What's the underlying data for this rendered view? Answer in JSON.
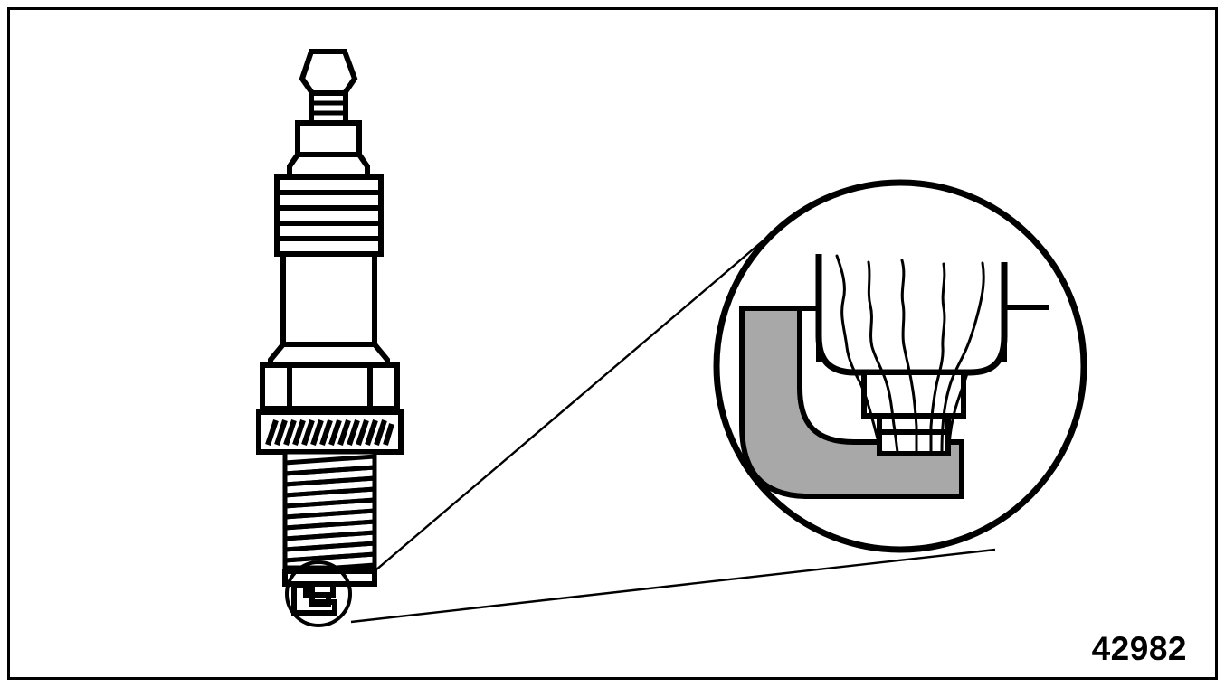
{
  "figure": {
    "id_label": "42982",
    "title": "Spark plug with magnified electrode detail",
    "subject": "spark-plug",
    "view": "side elevation with callout magnification",
    "border_color": "#000000",
    "background_color": "#ffffff",
    "line_color": "#000000",
    "ground_electrode_fill": "#a8a8a8",
    "deposit_line_color": "#000000"
  },
  "plug": {
    "name": "spark plug assembly",
    "orientation": "vertical, terminal at top, electrodes at bottom",
    "parts": [
      {
        "key": "terminal_nut",
        "label": "Terminal nut",
        "note": "tapered hex cap at top"
      },
      {
        "key": "terminal_stem",
        "label": "Terminal stem",
        "note": "ribbed short neck below cap"
      },
      {
        "key": "insulator_upper",
        "label": "Upper insulator",
        "note": "plain ceramic barrel"
      },
      {
        "key": "insulator_ribs",
        "label": "Insulator ribs",
        "note": "five anti-flashover corrugations",
        "count": 5
      },
      {
        "key": "insulator_body",
        "label": "Insulator body",
        "note": "long ceramic barrel above shell"
      },
      {
        "key": "hex_shell",
        "label": "Hex shell",
        "note": "wrench hexagon, six faces"
      },
      {
        "key": "gasket",
        "label": "Sealing gasket",
        "note": "cross-hatched crush washer",
        "hatch_count": 16
      },
      {
        "key": "threads",
        "label": "Threaded shank",
        "note": "helical thread profile",
        "turns": 11
      },
      {
        "key": "firing_end",
        "label": "Firing end",
        "note": "center electrode and ground strap"
      },
      {
        "key": "callout_circle",
        "label": "Detail callout circle",
        "note": "small circle around firing end"
      }
    ]
  },
  "detail": {
    "name": "magnified firing end",
    "caption": "Magnified view of firing end showing deposits",
    "elements": [
      {
        "key": "detail_circle",
        "label": "Magnification circle"
      },
      {
        "key": "shell_left",
        "label": "Shell wall (left)"
      },
      {
        "key": "shell_right",
        "label": "Shell wall (right)"
      },
      {
        "key": "insulator_nose",
        "label": "Insulator nose",
        "note": "U-shaped ceramic core nose"
      },
      {
        "key": "center_electrode",
        "label": "Center electrode"
      },
      {
        "key": "center_electrode_tip",
        "label": "Center electrode tip"
      },
      {
        "key": "ground_electrode",
        "label": "Ground electrode strap",
        "fill": "#a8a8a8"
      },
      {
        "key": "deposits",
        "label": "Carbon deposit streaks",
        "count": 6
      }
    ]
  },
  "leaders": {
    "name": "callout leader lines",
    "count": 2,
    "note": "two straight lines forming a cone from the small firing-end circle to the magnification circle"
  }
}
